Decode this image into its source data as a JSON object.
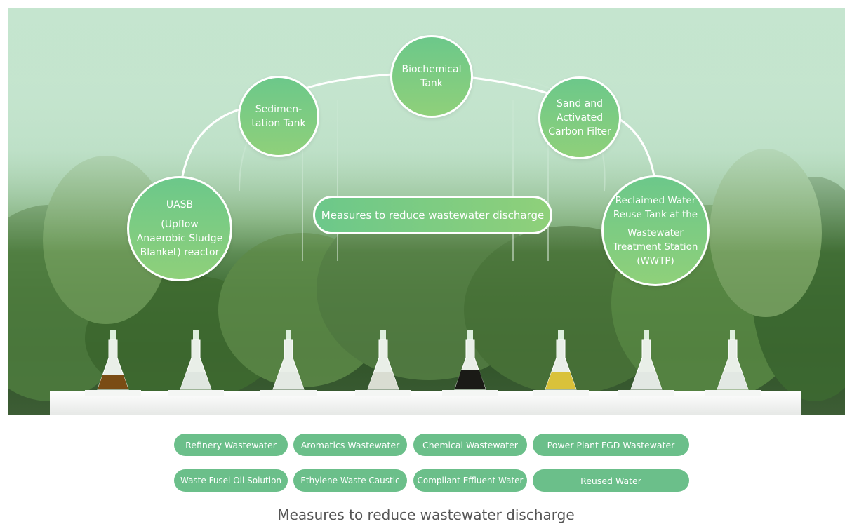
{
  "diagram": {
    "center_label": "Measures to reduce wastewater discharge",
    "circles": [
      {
        "lines": [
          "UASB",
          "(Upflow Anaerobic Sludge Blanket) reactor"
        ]
      },
      {
        "lines": [
          "Sedimen-tation Tank"
        ]
      },
      {
        "lines": [
          "Biochemical Tank"
        ]
      },
      {
        "lines": [
          "Sand and Activated Carbon Filter"
        ]
      },
      {
        "lines": [
          "Reclaimed Water Reuse Tank at the",
          "Wastewater Treatment Station (WWTP)"
        ]
      }
    ]
  },
  "samples": {
    "row1": [
      "Refinery Wastewater",
      "Aromatics Wastewater",
      "Chemical Wastewater",
      "Power Plant FGD Wastewater"
    ],
    "row2": [
      "Waste Fusel Oil Solution",
      "Ethylene Waste Caustic",
      "Compliant Effluent Water",
      "Reused Water"
    ]
  },
  "caption": "Measures to reduce wastewater discharge",
  "colors": {
    "circle_fill": "#7ccb84",
    "tag_fill": "#6bbf8a",
    "caption_text": "#555555"
  }
}
